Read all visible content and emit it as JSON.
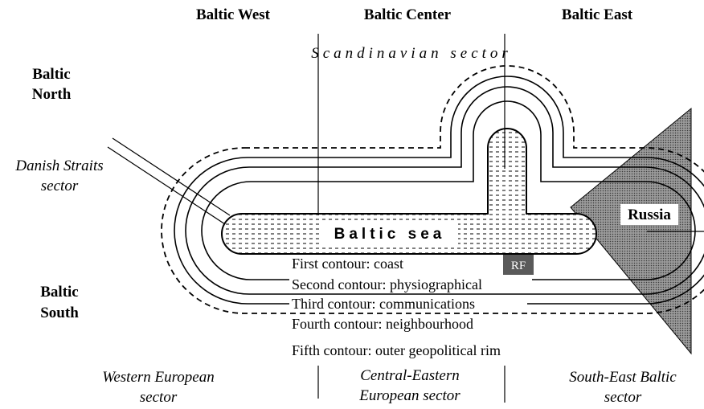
{
  "regions": {
    "baltic_west": "Baltic West",
    "baltic_center": "Baltic Center",
    "baltic_east": "Baltic East",
    "baltic_north_line1": "Baltic",
    "baltic_north_line2": "North",
    "baltic_south_line1": "Baltic",
    "baltic_south_line2": "South"
  },
  "sectors": {
    "scandinavian": "Scandinavian sector",
    "danish_line1": "Danish Straits",
    "danish_line2": "sector",
    "western_line1": "Western European",
    "western_line2": "sector",
    "central_line1": "Central-Eastern",
    "central_line2": "European sector",
    "southeast_line1": "South-East Baltic",
    "southeast_line2": "sector"
  },
  "sea_label": "Baltic sea",
  "russia_label": "Russia",
  "rf_label": "RF",
  "contours": [
    "First contour: coast",
    "Second contour: physiographical",
    "Third contour: communications",
    "Fourth contour: neighbourhood",
    "Fifth contour: outer geopolitical rim"
  ],
  "colors": {
    "line": "#000000",
    "russia_fill": "#6e6e6e",
    "rf_fill": "#5a5a5a",
    "background": "#ffffff"
  }
}
